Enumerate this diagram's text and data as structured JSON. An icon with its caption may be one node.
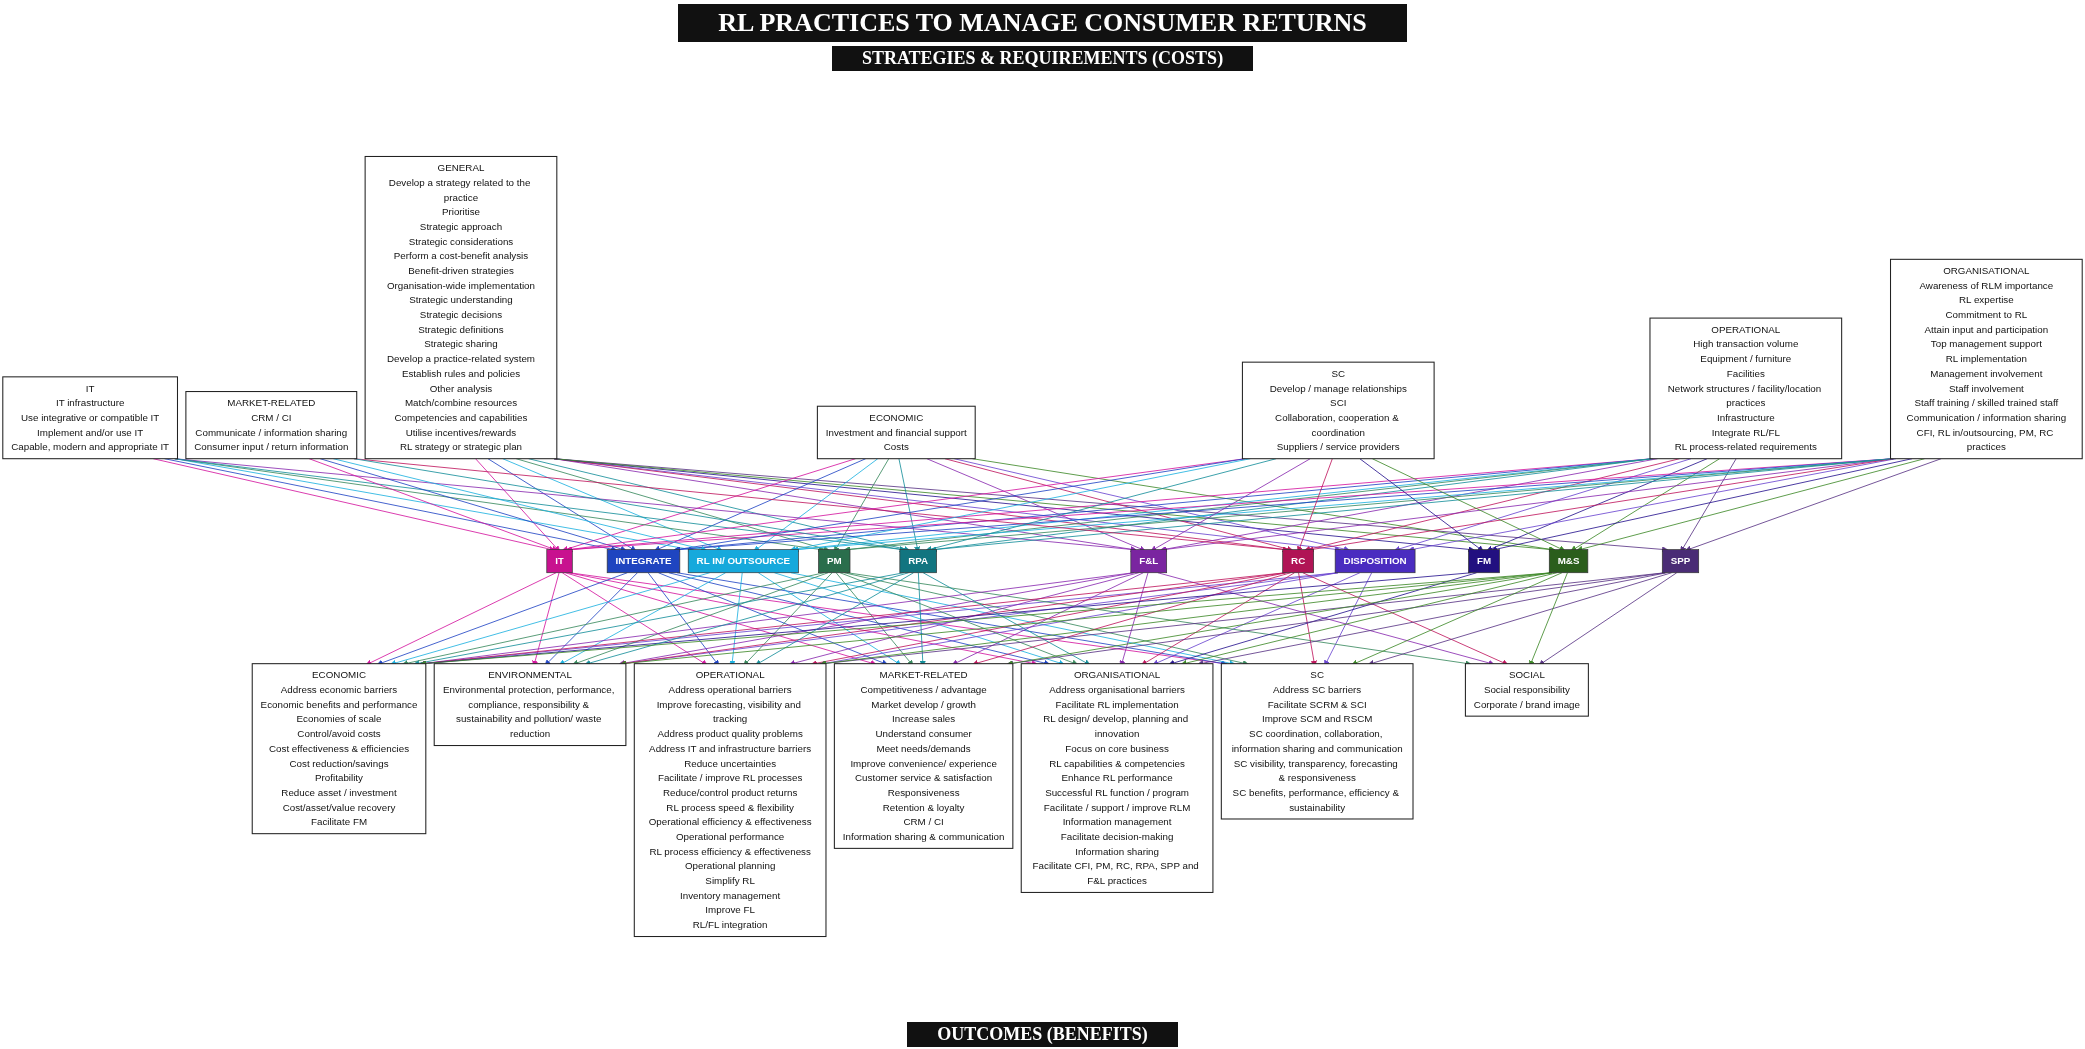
{
  "diagram": {
    "title": "RL PRACTICES TO MANAGE CONSUMER RETURNS",
    "nodes": [
      {
        "text": [
          "GENERAL",
          "Develop a strategy related to the practice",
          "Prioritise",
          "Strategic approach",
          "Strategic considerations",
          "Perform a cost-benefit analysis",
          "Benefit-driven strategies",
          "Organisation-wide implementation",
          "Strategic understanding",
          "Strategic decisions",
          "Strategic definitions",
          "Strategic sharing",
          "Develop a practice-related system",
          "Establish rules and policies",
          "Other analysis",
          "Match/combine resources",
          "Competencies and capabilities",
          "Utilise incentives/rewards",
          "RL strategy or strategic plan"
        ]
      },
      {
        "text": [
          "ECONOMIC",
          "Investment and financial support",
          "Costs"
        ]
      },
      {
        "text": [
          "IT",
          "IT infrastructure",
          "Use integrative or compatible IT",
          "Implement and/or use IT",
          "Capable, modern and appropriate IT"
        ]
      },
      {
        "text": [
          "OPERATIONAL",
          "High transaction volume",
          "Equipment / furniture",
          "Facilities",
          "Network structures / facility/location practices",
          "Infrastructure",
          "Integrate RL/FL",
          "RL process-related requirements"
        ]
      },
      {
        "text": [
          "ORGANISATIONAL",
          "Awareness of RLM importance",
          "RL expertise",
          "Commitment to RL",
          "Attain input and participation",
          "Top management support",
          "RL implementation",
          "Management involvement",
          "Staff involvement",
          "Staff training / skilled trained staff",
          "Communication / information sharing",
          "CFI, RL in/outsourcing, PM, RC practices"
        ]
      },
      {
        "text": [
          "MARKET-RELATED",
          "CRM / CI",
          "Communicate / information sharing",
          "Consumer input / return information"
        ]
      },
      {
        "text": [
          "SC",
          "Develop / manage relationships",
          "SCI",
          "Collaboration, cooperation & coordination",
          "Suppliers / service providers"
        ]
      },
      {
        "text": [
          "IT"
        ]
      },
      {
        "text": [
          "INTEGRATE"
        ]
      },
      {
        "text": [
          "RL IN/ OUTSOURCE"
        ]
      },
      {
        "text": [
          "DISPOSITION"
        ]
      },
      {
        "text": [
          "PM"
        ]
      },
      {
        "text": [
          "F&L"
        ]
      },
      {
        "text": [
          "RC"
        ]
      },
      {
        "text": [
          "FM"
        ]
      },
      {
        "text": [
          "RPA"
        ]
      },
      {
        "text": [
          "SPP"
        ]
      },
      {
        "text": [
          "M&S"
        ]
      },
      {
        "text": [
          "ECONOMIC",
          "Address economic barriers",
          "Economic benefits and performance",
          "Economies of scale",
          "Control/avoid costs",
          "Cost effectiveness & efficiencies",
          "Cost reduction/savings",
          "Profitability",
          "Reduce asset / investment",
          "Cost/asset/value recovery",
          "Facilitate FM"
        ]
      },
      {
        "text": [
          "OPERATIONAL",
          "Address operational barriers",
          "Improve forecasting, visibility and tracking",
          "Address product quality problems",
          "Address IT and infrastructure barriers",
          "Reduce uncertainties",
          "Facilitate / improve RL processes",
          "Reduce/control product returns",
          "RL process speed & flexibility",
          "Operational efficiency & effectiveness",
          "Operational performance",
          "RL process efficiency & effectiveness",
          "Operational planning",
          "Simplify RL",
          "Inventory management",
          "Improve FL",
          "RL/FL integration"
        ]
      },
      {
        "text": [
          "ORGANISATIONAL",
          "Address organisational barriers",
          "Facilitate RL implementation",
          "RL design/ develop, planning and innovation",
          "Focus on core business",
          "RL capabilities & competencies",
          "Enhance RL performance",
          "Successful RL function / program",
          "Facilitate / support / improve RLM",
          "Information management",
          "Facilitate decision-making",
          "Information sharing",
          "Facilitate CFI, PM, RC, RPA, SPP and F&L practices"
        ]
      },
      {
        "text": [
          "ENVIRONMENTAL",
          "Environmental protection, performance, compliance, responsibility & sustainability and pollution/ waste reduction"
        ]
      },
      {
        "text": [
          "SOCIAL",
          "Social responsibility",
          "Corporate / brand image"
        ]
      },
      {
        "text": [
          "MARKET-RELATED",
          "Competitiveness / advantage",
          "Market develop / growth",
          "Increase sales",
          "Understand consumer",
          "Meet needs/demands",
          "Improve convenience/ experience",
          "Customer service & satisfaction",
          "Responsiveness",
          "Retention & loyalty",
          "CRM / CI",
          "Information sharing & communication"
        ]
      },
      {
        "text": [
          "SC",
          "Address SC barriers",
          "Facilitate SCRM & SCI",
          "Improve SCM and RSCM",
          "SC coordination, collaboration, information sharing and communication",
          "SC visibility, transparency, forecasting & responsiveness",
          "SC benefits, performance, efficiency & sustainability"
        ]
      }
    ],
    "edges": [
      {
        "from": 0,
        "to": 7,
        "arrow": "to",
        "color": "#d4179f"
      },
      {
        "from": 0,
        "to": 8,
        "arrow": "to",
        "color": "#2146c4"
      },
      {
        "from": 0,
        "to": 9,
        "arrow": "to",
        "color": "#1eb1e0"
      },
      {
        "from": 0,
        "to": 10,
        "arrow": "to",
        "color": "#6a45d0"
      },
      {
        "from": 0,
        "to": 11,
        "arrow": "to",
        "color": "#3a8a5f"
      },
      {
        "from": 0,
        "to": 12,
        "arrow": "to",
        "color": "#8a2bb0"
      },
      {
        "from": 0,
        "to": 13,
        "arrow": "to",
        "color": "#c0185e"
      },
      {
        "from": 0,
        "to": 14,
        "arrow": "to",
        "color": "#27148f"
      },
      {
        "from": 0,
        "to": 15,
        "arrow": "to",
        "color": "#168f9a"
      },
      {
        "from": 0,
        "to": 16,
        "arrow": "to",
        "color": "#5a3585"
      },
      {
        "from": 0,
        "to": 17,
        "arrow": "to",
        "color": "#3f8a2a"
      },
      {
        "from": 1,
        "to": 7,
        "arrow": "to",
        "color": "#d4179f"
      },
      {
        "from": 1,
        "to": 8,
        "arrow": "to",
        "color": "#2146c4"
      },
      {
        "from": 1,
        "to": 9,
        "arrow": "to",
        "color": "#1eb1e0"
      },
      {
        "from": 1,
        "to": 10,
        "arrow": "to",
        "color": "#6a45d0"
      },
      {
        "from": 1,
        "to": 11,
        "arrow": "to",
        "color": "#3a8a5f"
      },
      {
        "from": 1,
        "to": 12,
        "arrow": "to",
        "color": "#8a2bb0"
      },
      {
        "from": 1,
        "to": 13,
        "arrow": "to",
        "color": "#c0185e"
      },
      {
        "from": 1,
        "to": 15,
        "arrow": "to",
        "color": "#168f9a"
      },
      {
        "from": 1,
        "to": 17,
        "arrow": "to",
        "color": "#3f8a2a"
      },
      {
        "from": 2,
        "to": 7,
        "arrow": "to",
        "color": "#d4179f"
      },
      {
        "from": 2,
        "to": 8,
        "arrow": "to",
        "color": "#2146c4"
      },
      {
        "from": 2,
        "to": 9,
        "arrow": "to",
        "color": "#1eb1e0"
      },
      {
        "from": 2,
        "to": 11,
        "arrow": "to",
        "color": "#3a8a5f"
      },
      {
        "from": 2,
        "to": 12,
        "arrow": "to",
        "color": "#8a2bb0"
      },
      {
        "from": 2,
        "to": 15,
        "arrow": "to",
        "color": "#168f9a"
      },
      {
        "from": 3,
        "to": 7,
        "arrow": "to",
        "color": "#d4179f"
      },
      {
        "from": 3,
        "to": 8,
        "arrow": "to",
        "color": "#2146c4"
      },
      {
        "from": 3,
        "to": 9,
        "arrow": "to",
        "color": "#1eb1e0"
      },
      {
        "from": 3,
        "to": 10,
        "arrow": "to",
        "color": "#6a45d0"
      },
      {
        "from": 3,
        "to": 11,
        "arrow": "to",
        "color": "#3a8a5f"
      },
      {
        "from": 3,
        "to": 12,
        "arrow": "to",
        "color": "#8a2bb0"
      },
      {
        "from": 3,
        "to": 13,
        "arrow": "to",
        "color": "#c0185e"
      },
      {
        "from": 3,
        "to": 14,
        "arrow": "to",
        "color": "#27148f"
      },
      {
        "from": 3,
        "to": 15,
        "arrow": "to",
        "color": "#168f9a"
      },
      {
        "from": 3,
        "to": 16,
        "arrow": "to",
        "color": "#5a3585"
      },
      {
        "from": 3,
        "to": 17,
        "arrow": "to",
        "color": "#3f8a2a"
      },
      {
        "from": 4,
        "to": 7,
        "arrow": "to",
        "color": "#d4179f"
      },
      {
        "from": 4,
        "to": 8,
        "arrow": "to",
        "color": "#2146c4"
      },
      {
        "from": 4,
        "to": 9,
        "arrow": "to",
        "color": "#1eb1e0"
      },
      {
        "from": 4,
        "to": 10,
        "arrow": "to",
        "color": "#6a45d0"
      },
      {
        "from": 4,
        "to": 11,
        "arrow": "to",
        "color": "#3a8a5f"
      },
      {
        "from": 4,
        "to": 12,
        "arrow": "to",
        "color": "#8a2bb0"
      },
      {
        "from": 4,
        "to": 13,
        "arrow": "to",
        "color": "#c0185e"
      },
      {
        "from": 4,
        "to": 14,
        "arrow": "to",
        "color": "#27148f"
      },
      {
        "from": 4,
        "to": 15,
        "arrow": "to",
        "color": "#168f9a"
      },
      {
        "from": 4,
        "to": 16,
        "arrow": "to",
        "color": "#5a3585"
      },
      {
        "from": 4,
        "to": 17,
        "arrow": "to",
        "color": "#3f8a2a"
      },
      {
        "from": 5,
        "to": 7,
        "arrow": "to",
        "color": "#d4179f"
      },
      {
        "from": 5,
        "to": 8,
        "arrow": "to",
        "color": "#2146c4"
      },
      {
        "from": 5,
        "to": 9,
        "arrow": "to",
        "color": "#1eb1e0"
      },
      {
        "from": 5,
        "to": 13,
        "arrow": "to",
        "color": "#c0185e"
      },
      {
        "from": 5,
        "to": 15,
        "arrow": "to",
        "color": "#168f9a"
      },
      {
        "from": 6,
        "to": 7,
        "arrow": "to",
        "color": "#d4179f"
      },
      {
        "from": 6,
        "to": 8,
        "arrow": "to",
        "color": "#2146c4"
      },
      {
        "from": 6,
        "to": 9,
        "arrow": "to",
        "color": "#1eb1e0"
      },
      {
        "from": 6,
        "to": 12,
        "arrow": "to",
        "color": "#8a2bb0"
      },
      {
        "from": 6,
        "to": 13,
        "arrow": "to",
        "color": "#c0185e"
      },
      {
        "from": 6,
        "to": 14,
        "arrow": "to",
        "color": "#27148f"
      },
      {
        "from": 6,
        "to": 15,
        "arrow": "to",
        "color": "#168f9a"
      },
      {
        "from": 6,
        "to": 17,
        "arrow": "to",
        "color": "#3f8a2a"
      },
      {
        "from": 7,
        "to": 18,
        "arrow": "to",
        "color": "#d4179f"
      },
      {
        "from": 7,
        "to": 19,
        "arrow": "to",
        "color": "#d4179f"
      },
      {
        "from": 7,
        "to": 20,
        "arrow": "to",
        "color": "#d4179f"
      },
      {
        "from": 7,
        "to": 21,
        "arrow": "to",
        "color": "#d4179f"
      },
      {
        "from": 7,
        "to": 23,
        "arrow": "to",
        "color": "#d4179f"
      },
      {
        "from": 7,
        "to": 24,
        "arrow": "to",
        "color": "#d4179f"
      },
      {
        "from": 8,
        "to": 18,
        "arrow": "to",
        "color": "#2146c4"
      },
      {
        "from": 8,
        "to": 19,
        "arrow": "to",
        "color": "#2146c4"
      },
      {
        "from": 8,
        "to": 20,
        "arrow": "to",
        "color": "#2146c4"
      },
      {
        "from": 8,
        "to": 21,
        "arrow": "to",
        "color": "#2146c4"
      },
      {
        "from": 8,
        "to": 23,
        "arrow": "to",
        "color": "#2146c4"
      },
      {
        "from": 8,
        "to": 24,
        "arrow": "to",
        "color": "#2146c4"
      },
      {
        "from": 9,
        "to": 18,
        "arrow": "to",
        "color": "#1eb1e0"
      },
      {
        "from": 9,
        "to": 19,
        "arrow": "to",
        "color": "#1eb1e0"
      },
      {
        "from": 9,
        "to": 20,
        "arrow": "to",
        "color": "#1eb1e0"
      },
      {
        "from": 9,
        "to": 21,
        "arrow": "to",
        "color": "#1eb1e0"
      },
      {
        "from": 9,
        "to": 23,
        "arrow": "to",
        "color": "#1eb1e0"
      },
      {
        "from": 9,
        "to": 24,
        "arrow": "to",
        "color": "#1eb1e0"
      },
      {
        "from": 10,
        "to": 18,
        "arrow": "to",
        "color": "#6a45d0"
      },
      {
        "from": 10,
        "to": 19,
        "arrow": "to",
        "color": "#6a45d0"
      },
      {
        "from": 10,
        "to": 20,
        "arrow": "to",
        "color": "#6a45d0"
      },
      {
        "from": 10,
        "to": 21,
        "arrow": "to",
        "color": "#6a45d0"
      },
      {
        "from": 10,
        "to": 24,
        "arrow": "to",
        "color": "#6a45d0"
      },
      {
        "from": 11,
        "to": 18,
        "arrow": "to",
        "color": "#3a8a5f"
      },
      {
        "from": 11,
        "to": 19,
        "arrow": "to",
        "color": "#3a8a5f"
      },
      {
        "from": 11,
        "to": 20,
        "arrow": "to",
        "color": "#3a8a5f"
      },
      {
        "from": 11,
        "to": 21,
        "arrow": "to",
        "color": "#3a8a5f"
      },
      {
        "from": 11,
        "to": 22,
        "arrow": "to",
        "color": "#3a8a5f"
      },
      {
        "from": 11,
        "to": 23,
        "arrow": "to",
        "color": "#3a8a5f"
      },
      {
        "from": 11,
        "to": 24,
        "arrow": "to",
        "color": "#3a8a5f"
      },
      {
        "from": 12,
        "to": 18,
        "arrow": "to",
        "color": "#8a2bb0"
      },
      {
        "from": 12,
        "to": 19,
        "arrow": "to",
        "color": "#8a2bb0"
      },
      {
        "from": 12,
        "to": 20,
        "arrow": "to",
        "color": "#8a2bb0"
      },
      {
        "from": 12,
        "to": 21,
        "arrow": "to",
        "color": "#8a2bb0"
      },
      {
        "from": 12,
        "to": 22,
        "arrow": "to",
        "color": "#8a2bb0"
      },
      {
        "from": 12,
        "to": 23,
        "arrow": "to",
        "color": "#8a2bb0"
      },
      {
        "from": 13,
        "to": 18,
        "arrow": "to",
        "color": "#c0185e"
      },
      {
        "from": 13,
        "to": 19,
        "arrow": "to",
        "color": "#c0185e"
      },
      {
        "from": 13,
        "to": 20,
        "arrow": "to",
        "color": "#c0185e"
      },
      {
        "from": 13,
        "to": 21,
        "arrow": "to",
        "color": "#c0185e"
      },
      {
        "from": 13,
        "to": 22,
        "arrow": "to",
        "color": "#c0185e"
      },
      {
        "from": 13,
        "to": 23,
        "arrow": "to",
        "color": "#c0185e"
      },
      {
        "from": 13,
        "to": 24,
        "arrow": "to",
        "color": "#c0185e"
      },
      {
        "from": 14,
        "to": 18,
        "arrow": "to",
        "color": "#27148f"
      },
      {
        "from": 14,
        "to": 20,
        "arrow": "to",
        "color": "#27148f"
      },
      {
        "from": 15,
        "to": 18,
        "arrow": "to",
        "color": "#168f9a"
      },
      {
        "from": 15,
        "to": 19,
        "arrow": "to",
        "color": "#168f9a"
      },
      {
        "from": 15,
        "to": 20,
        "arrow": "to",
        "color": "#168f9a"
      },
      {
        "from": 15,
        "to": 21,
        "arrow": "to",
        "color": "#168f9a"
      },
      {
        "from": 15,
        "to": 23,
        "arrow": "to",
        "color": "#168f9a"
      },
      {
        "from": 16,
        "to": 19,
        "arrow": "to",
        "color": "#5a3585"
      },
      {
        "from": 16,
        "to": 20,
        "arrow": "to",
        "color": "#5a3585"
      },
      {
        "from": 16,
        "to": 22,
        "arrow": "to",
        "color": "#5a3585"
      },
      {
        "from": 16,
        "to": 23,
        "arrow": "to",
        "color": "#5a3585"
      },
      {
        "from": 16,
        "to": 24,
        "arrow": "to",
        "color": "#5a3585"
      },
      {
        "from": 17,
        "to": 18,
        "arrow": "to",
        "color": "#3f8a2a"
      },
      {
        "from": 17,
        "to": 19,
        "arrow": "to",
        "color": "#3f8a2a"
      },
      {
        "from": 17,
        "to": 20,
        "arrow": "to",
        "color": "#3f8a2a"
      },
      {
        "from": 17,
        "to": 21,
        "arrow": "to",
        "color": "#3f8a2a"
      },
      {
        "from": 17,
        "to": 22,
        "arrow": "to",
        "color": "#3f8a2a"
      },
      {
        "from": 17,
        "to": 23,
        "arrow": "to",
        "color": "#3f8a2a"
      },
      {
        "from": 17,
        "to": 24,
        "arrow": "to",
        "color": "#3f8a2a"
      }
    ],
    "labels": [
      "STRATEGIES & REQUIREMENTS (COSTS)",
      "OUTCOMES (BENEFITS)"
    ]
  }
}
